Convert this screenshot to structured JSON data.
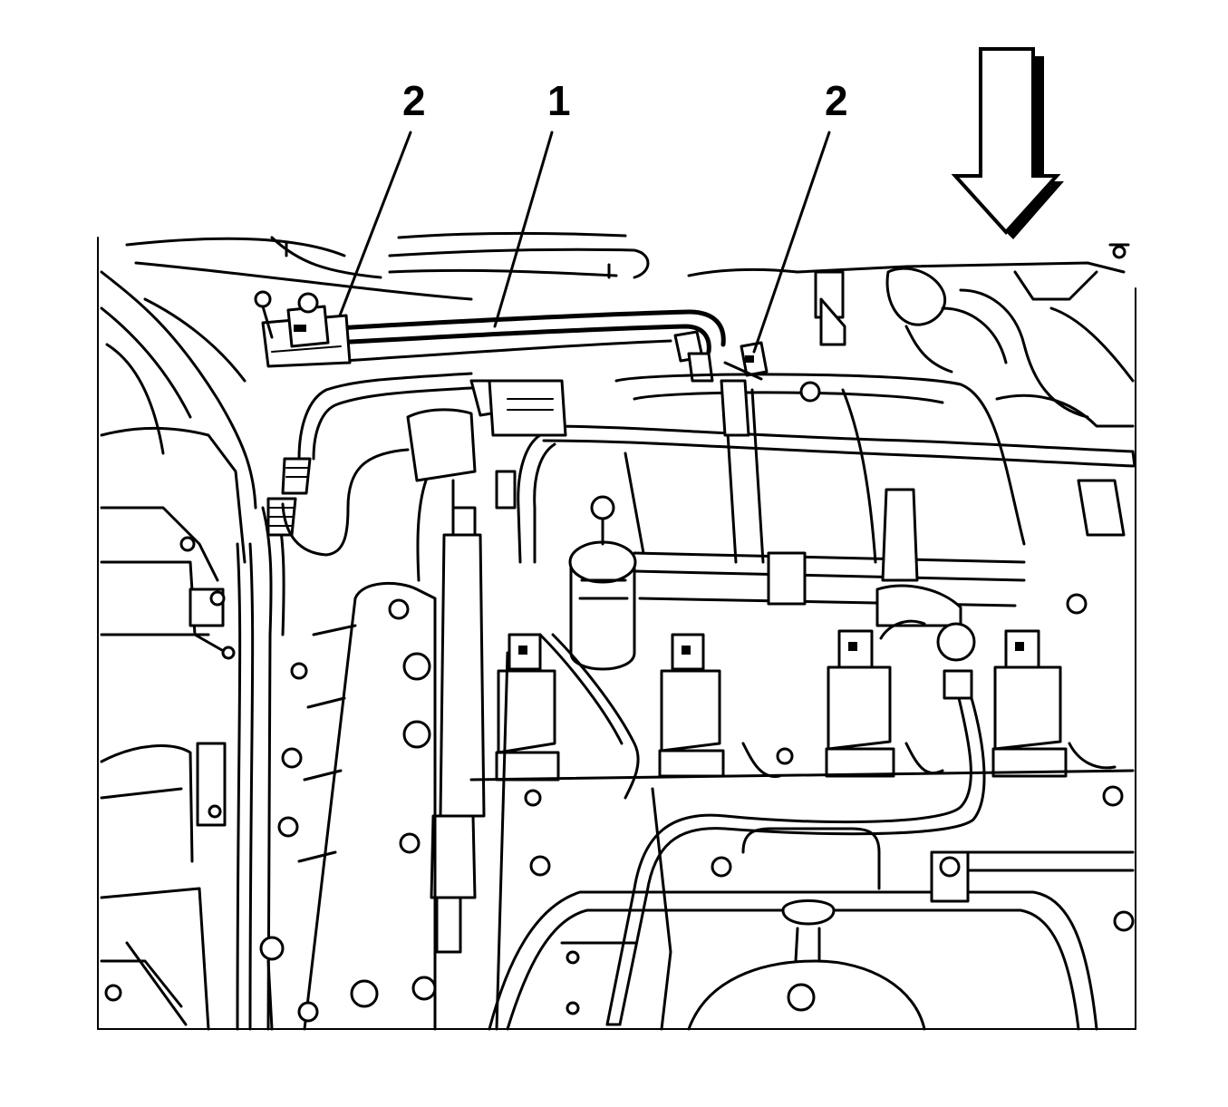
{
  "callouts": [
    {
      "id": "callout-2-left",
      "text": "2"
    },
    {
      "id": "callout-1",
      "text": "1"
    },
    {
      "id": "callout-2-right",
      "text": "2"
    }
  ],
  "icons": {
    "direction_arrow": "down-arrow-icon"
  },
  "colors": {
    "line": "#000000",
    "background": "#ffffff"
  }
}
